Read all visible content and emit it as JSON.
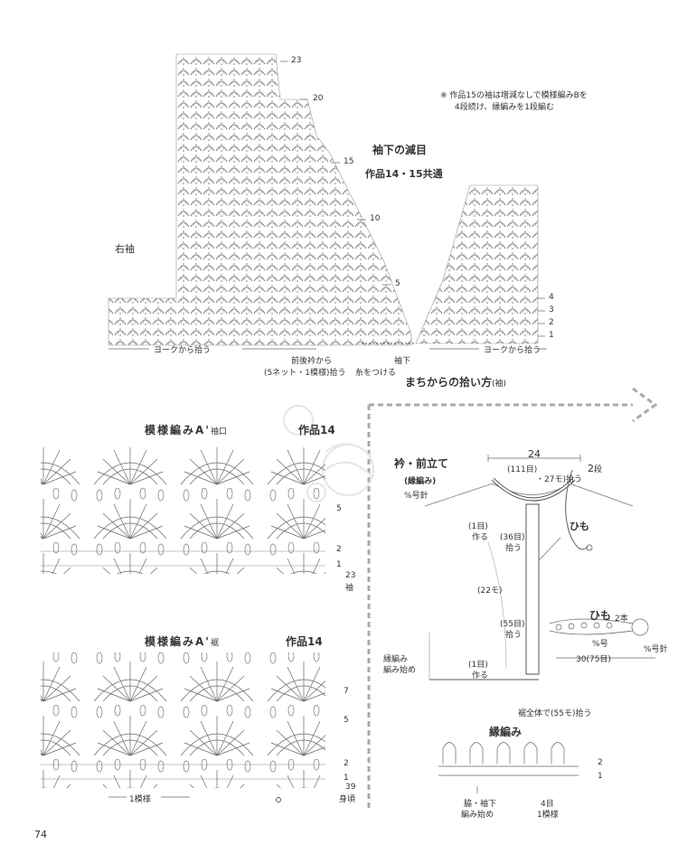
{
  "note": {
    "line1": "※ 作品15の袖は増減なしで模様編みBを",
    "line2": "4段続け、縁編みを1段編む"
  },
  "sleeve": {
    "label": "右袖",
    "row_marks": [
      "23",
      "20",
      "15",
      "10",
      "5"
    ],
    "pickup_left": "ヨークから拾う",
    "pickup_center_1": "前後衿から",
    "pickup_center_2": "(5ネット・1模様)拾う",
    "attach_yarn": "糸をつける"
  },
  "underarm": {
    "title": "袖下の減目",
    "subtitle": "作品14・15共通",
    "row_marks": [
      "4",
      "3",
      "2",
      "1"
    ],
    "underarm_label": "袖下",
    "pickup_right": "ヨークから拾う"
  },
  "gusset": {
    "title": "まちからの拾い方",
    "title_suffix": "(袖)"
  },
  "pattern_cuff": {
    "title": "模様編みA'",
    "title_suffix": "袖口",
    "work": "作品14",
    "row_marks": [
      "5",
      "2",
      "1",
      "23"
    ],
    "bottom_label": "袖"
  },
  "pattern_hem": {
    "title": "模様編みA'",
    "title_suffix": "裾",
    "work": "作品14",
    "row_marks": [
      "7",
      "5",
      "2",
      "1",
      "39"
    ],
    "bottom_label": "身頃",
    "repeat_label": "1模様"
  },
  "collar": {
    "title": "衿・前立て",
    "subtitle": "(縁編み)",
    "hook": "%号針",
    "width": "24",
    "width_detail": "(111目)",
    "width_detail_2": "・27モ)拾う",
    "rows": "2",
    "rows_unit": "段",
    "left_1": "(1目)",
    "left_1b": "作る",
    "col_36": "(36目)",
    "col_36b": "拾う",
    "col_22": "(22モ)",
    "col_55": "(55目)",
    "col_55b": "拾う",
    "left_2": "(1目)",
    "left_2b": "作る",
    "start_1": "縁編み",
    "start_2": "編み始め",
    "hem_pickup": "裾全体で(55モ)拾う",
    "himo": "ひも"
  },
  "himo": {
    "title": "ひも",
    "count": "2本",
    "hook": "%号",
    "hook2": "%号針",
    "length": "30(75目)"
  },
  "edging": {
    "title": "縁編み",
    "row_marks": [
      "2",
      "1"
    ],
    "start_1": "脇・袖下",
    "start_2": "編み始め",
    "repeat_1": "4目",
    "repeat_2": "1模様"
  },
  "page_number": "74"
}
